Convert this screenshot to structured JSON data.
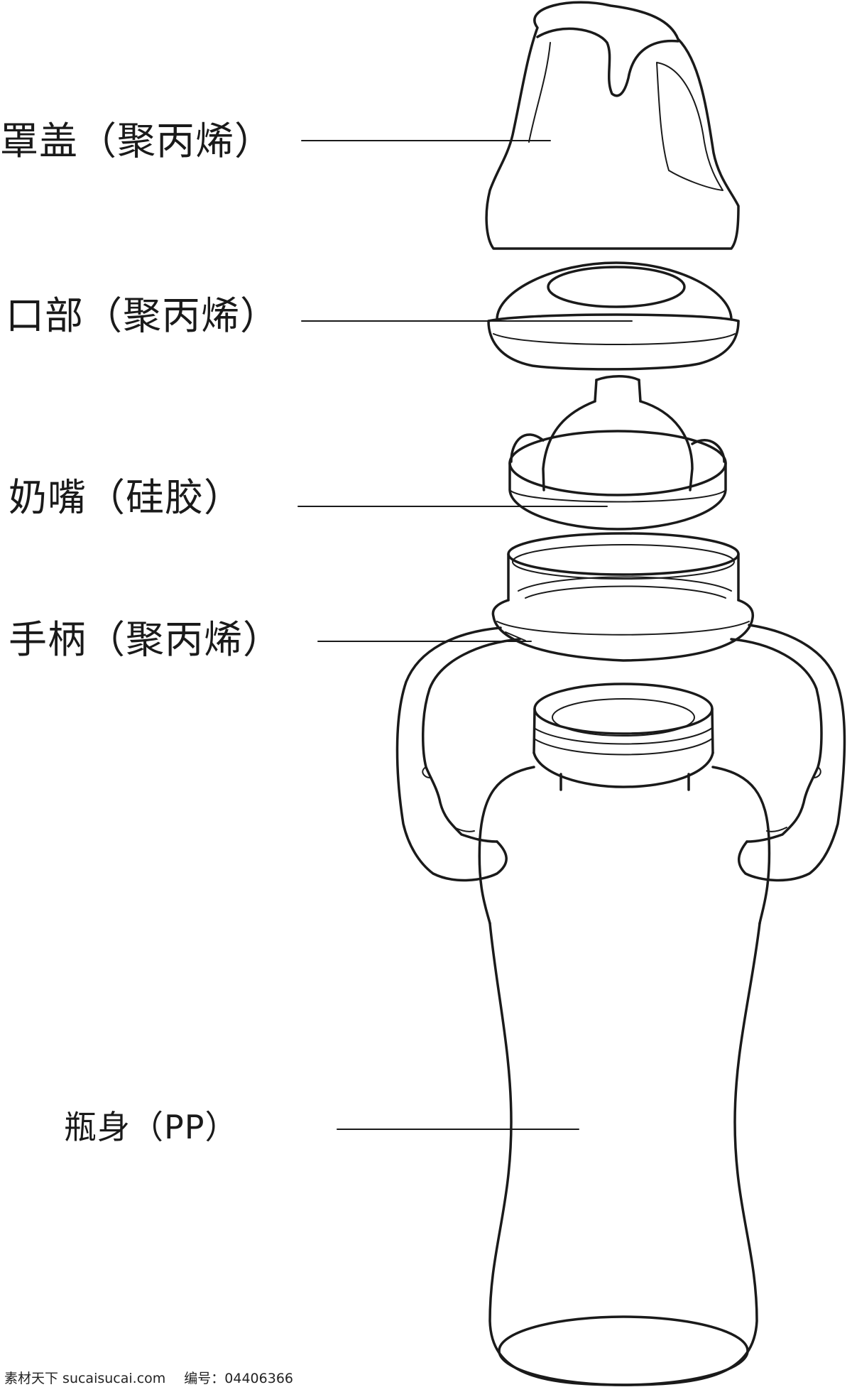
{
  "labels": {
    "cap": "罩盖（聚丙烯）",
    "collar": "口部（聚丙烯）",
    "nipple": "奶嘴（硅胶）",
    "handle": "手柄（聚丙烯）",
    "body": "瓶身（PP）"
  },
  "footer": {
    "site": "素材天下 sucaisucai.com",
    "id_label": "编号：",
    "id_value": "04406366"
  },
  "colors": {
    "stroke": "#1a1a1a",
    "background": "#ffffff"
  }
}
